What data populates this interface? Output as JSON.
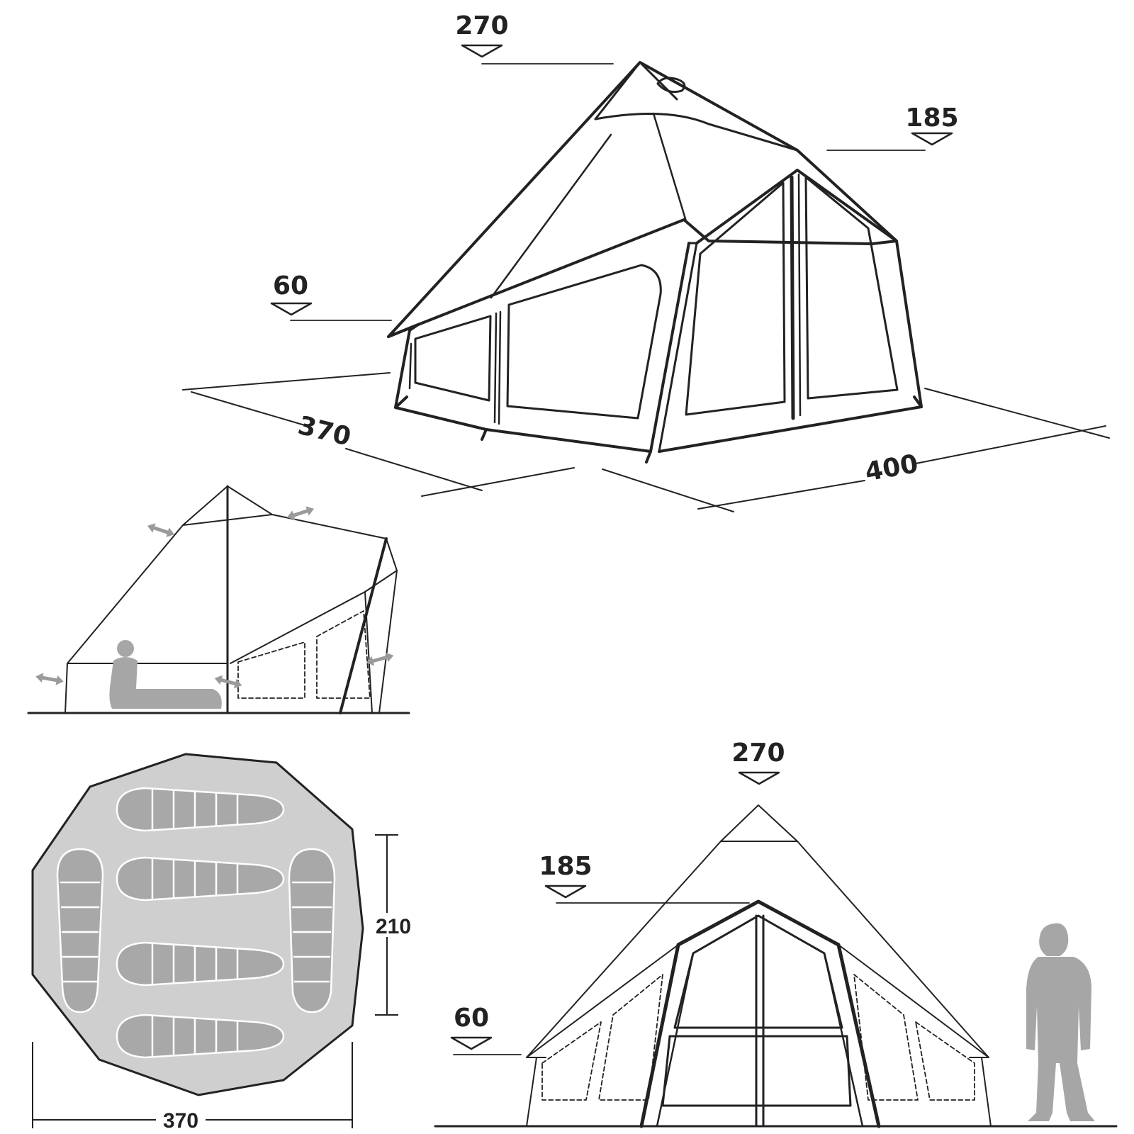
{
  "perspective_view": {
    "peak_height": "270",
    "eave_height": "185",
    "wall_height": "60",
    "depth": "370",
    "width": "400"
  },
  "floor_plan": {
    "inner_depth": "210",
    "length": "370",
    "sleeping_places": 6
  },
  "front_view": {
    "peak_height": "270",
    "eave_height": "185",
    "wall_height": "60"
  },
  "colors": {
    "line": "#222222",
    "figure_gray": "#a6a6a6",
    "floor_fill": "#cfcfcf",
    "sleeping_bag": "#a8a8a8"
  }
}
